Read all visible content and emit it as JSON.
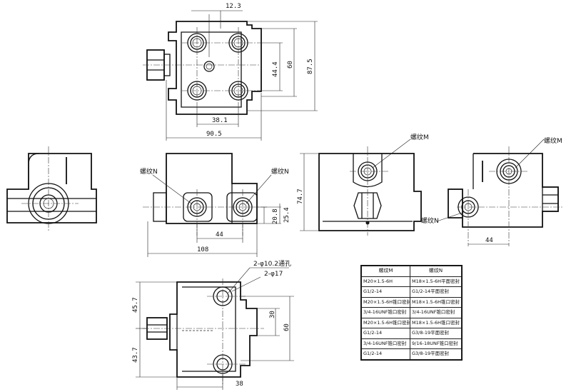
{
  "top_view": {
    "dim_top": "12.3",
    "dim_inner_vert": "44.4",
    "dim_mid_vert": "60",
    "dim_outer_vert": "87.5",
    "dim_bottom_inner": "38.1",
    "dim_bottom_outer": "90.5"
  },
  "front_view": {
    "thread_left": "螺纹N",
    "thread_right": "螺纹N",
    "dim_horiz_inner": "44",
    "dim_horiz_outer": "108",
    "dim_vert_inner": "20.8",
    "dim_vert_outer": "25.4"
  },
  "right_view": {
    "thread_top": "螺纹M",
    "dim_height": "74.7"
  },
  "far_right_view": {
    "thread_top": "螺纹M",
    "thread_bottom": "螺纹N",
    "dim_horiz": "44"
  },
  "bottom_view": {
    "hole_note_1": "2-φ10.2通孔",
    "hole_note_2": "2-φ17",
    "dim_left_top": "45.7",
    "dim_left_bottom": "43.7",
    "dim_right_inner": "30",
    "dim_right_outer": "60",
    "dim_bottom": "38"
  },
  "spec_table": {
    "headers": [
      "螺纹M",
      "螺纹N"
    ],
    "rows": [
      [
        "M20×1.5-6H",
        "M18×1.5-6H平面密封"
      ],
      [
        "G1/2-14",
        "G1/2-14平面密封"
      ],
      [
        "M20×1.5-6H锥口密封",
        "M18×1.5-6H锥口密封"
      ],
      [
        "3/4-16UNF锥口密封",
        "3/4-16UNF锥口密封"
      ],
      [
        "M20×1.5-6H锥口密封",
        "M18×1.5-6H锥口密封"
      ],
      [
        "G1/2-14",
        "G3/8-19平面密封"
      ],
      [
        "3/4-16UNF锥口密封",
        "9/16-18UNF锥口密封"
      ],
      [
        "G1/2-14",
        "G3/8-19平面密封"
      ]
    ]
  }
}
